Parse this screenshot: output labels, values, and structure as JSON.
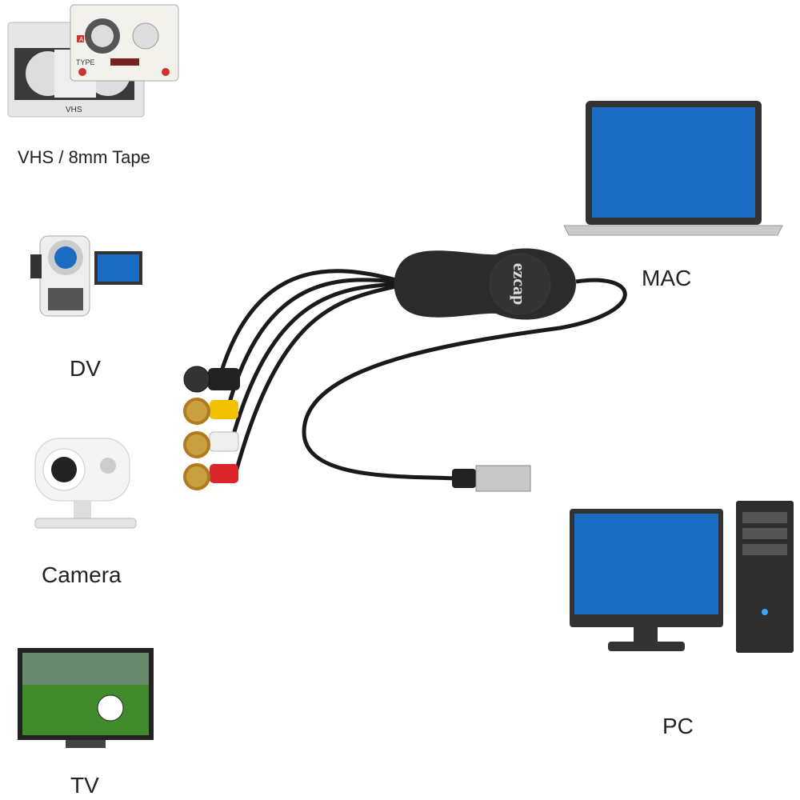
{
  "sources": [
    {
      "label": "VHS / 8mm Tape",
      "icon": "vhs-cassette-icon",
      "tape_text": {
        "vhs": "VHS",
        "type": "TYPE",
        "side": "A"
      }
    },
    {
      "label": "DV",
      "icon": "camcorder-icon"
    },
    {
      "label": "Camera",
      "icon": "security-camera-icon"
    },
    {
      "label": "TV",
      "icon": "tv-icon"
    }
  ],
  "device": {
    "brand": "ezcap",
    "body_color": "#2b2b2b"
  },
  "targets": [
    {
      "label": "MAC",
      "icon": "laptop-icon"
    },
    {
      "label": "PC",
      "icon": "desktop-pc-icon"
    }
  ],
  "colors": {
    "screen": "#1c6cc4",
    "rca_yellow": "#f2c200",
    "rca_white": "#eeeeee",
    "rca_red": "#d9262a",
    "grass": "#3f8a2a"
  }
}
